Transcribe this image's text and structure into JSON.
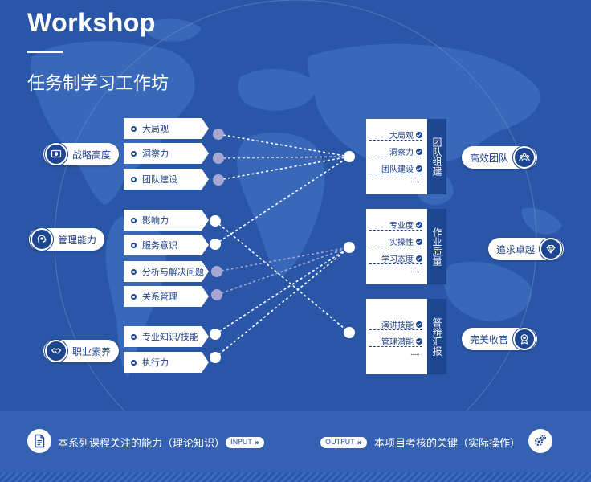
{
  "header": {
    "title": "Workshop",
    "subtitle": "任务制学习工作坊"
  },
  "inputs": [
    {
      "label": "战略高度",
      "icon": "screen-shield-icon"
    },
    {
      "label": "管理能力",
      "icon": "head-gear-icon"
    },
    {
      "label": "职业素养",
      "icon": "handshake-icon"
    }
  ],
  "abilities": [
    "大局观",
    "洞察力",
    "团队建设",
    "影响力",
    "服务意识",
    "分析与解决问题",
    "关系管理",
    "专业知识/技能",
    "执行力"
  ],
  "panels": [
    {
      "title": "团队组建",
      "items": [
        "大局观",
        "洞察力",
        "团队建设"
      ],
      "more": "......"
    },
    {
      "title": "作业质量",
      "items": [
        "专业度",
        "实操性",
        "学习态度"
      ],
      "more": "......"
    },
    {
      "title": "答辩汇报",
      "items": [
        "演讲技能",
        "管理潜能"
      ],
      "more": "......"
    }
  ],
  "outputs": [
    {
      "label": "高效团队",
      "icon": "team-icon"
    },
    {
      "label": "追求卓越",
      "icon": "diamond-icon"
    },
    {
      "label": "完美收官",
      "icon": "medal-icon"
    }
  ],
  "footer": {
    "input_text": "本系列课程关注的能力（理论知识）",
    "input_pill": "INPUT",
    "output_pill": "OUTPUT",
    "output_text": "本项目考核的关键（实际操作）",
    "chevrons": "»"
  },
  "colors": {
    "background": "#2a56a8",
    "navy": "#1d4690",
    "dim_node": "#a7a7d3",
    "footer": "#3461b2"
  }
}
